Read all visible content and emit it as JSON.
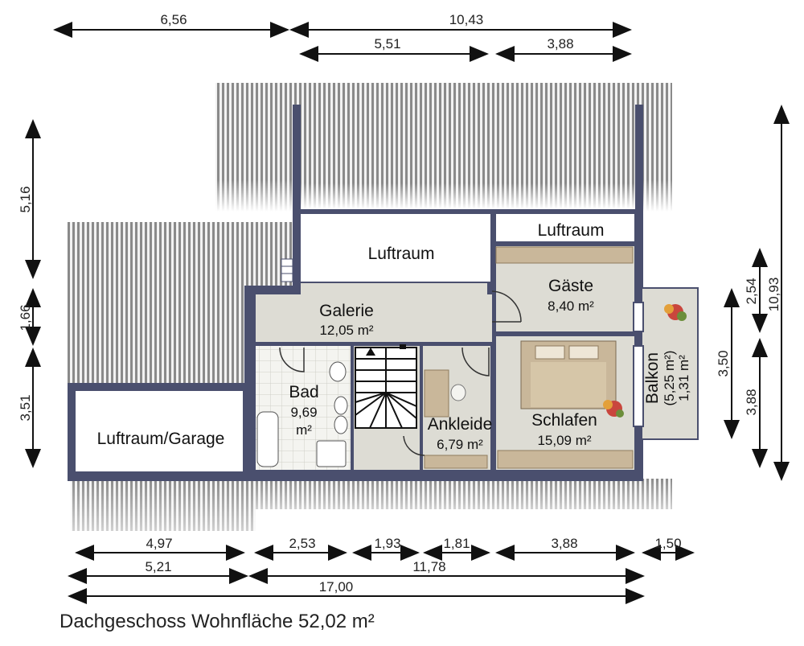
{
  "caption": "Dachgeschoss Wohnfläche 52,02 m²",
  "dimensions": {
    "top_left": "6,56",
    "top_right": "10,43",
    "top_inner_left": "5,51",
    "top_inner_right": "3,88",
    "left_upper": "5,16",
    "left_middle": "1,66",
    "left_lower": "3,51",
    "right_total": "10,93",
    "right_upper": "2,54",
    "right_balkon": "3,50",
    "right_lower": "3,88",
    "bottom_row1": [
      "4,97",
      "2,53",
      "1,93",
      "1,81",
      "3,88",
      "1,50"
    ],
    "bottom_left": "5,21",
    "bottom_right": "11,78",
    "bottom_total": "17,00"
  },
  "rooms": {
    "luftraum_top": {
      "name": "Luftraum"
    },
    "luftraum_right": {
      "name": "Luftraum"
    },
    "gaeste": {
      "name": "Gäste",
      "area": "8,40 m²"
    },
    "galerie": {
      "name": "Galerie",
      "area": "12,05 m²"
    },
    "bad": {
      "name": "Bad",
      "area_value": "9,69",
      "area_unit": "m²"
    },
    "ankleide": {
      "name": "Ankleide",
      "area": "6,79 m²"
    },
    "schlafen": {
      "name": "Schlafen",
      "area": "15,09 m²"
    },
    "balkon": {
      "name": "Balkon",
      "area_total": "(5,25 m²)",
      "area_net": "1,31 m²"
    },
    "garage": {
      "name": "Luftraum/Garage"
    }
  },
  "colors": {
    "wall": "#4a4f6e",
    "floor": "#dddcd4",
    "roof": "#7d7d7d",
    "furniture": "#c9b79a",
    "dim_line": "#111111"
  }
}
